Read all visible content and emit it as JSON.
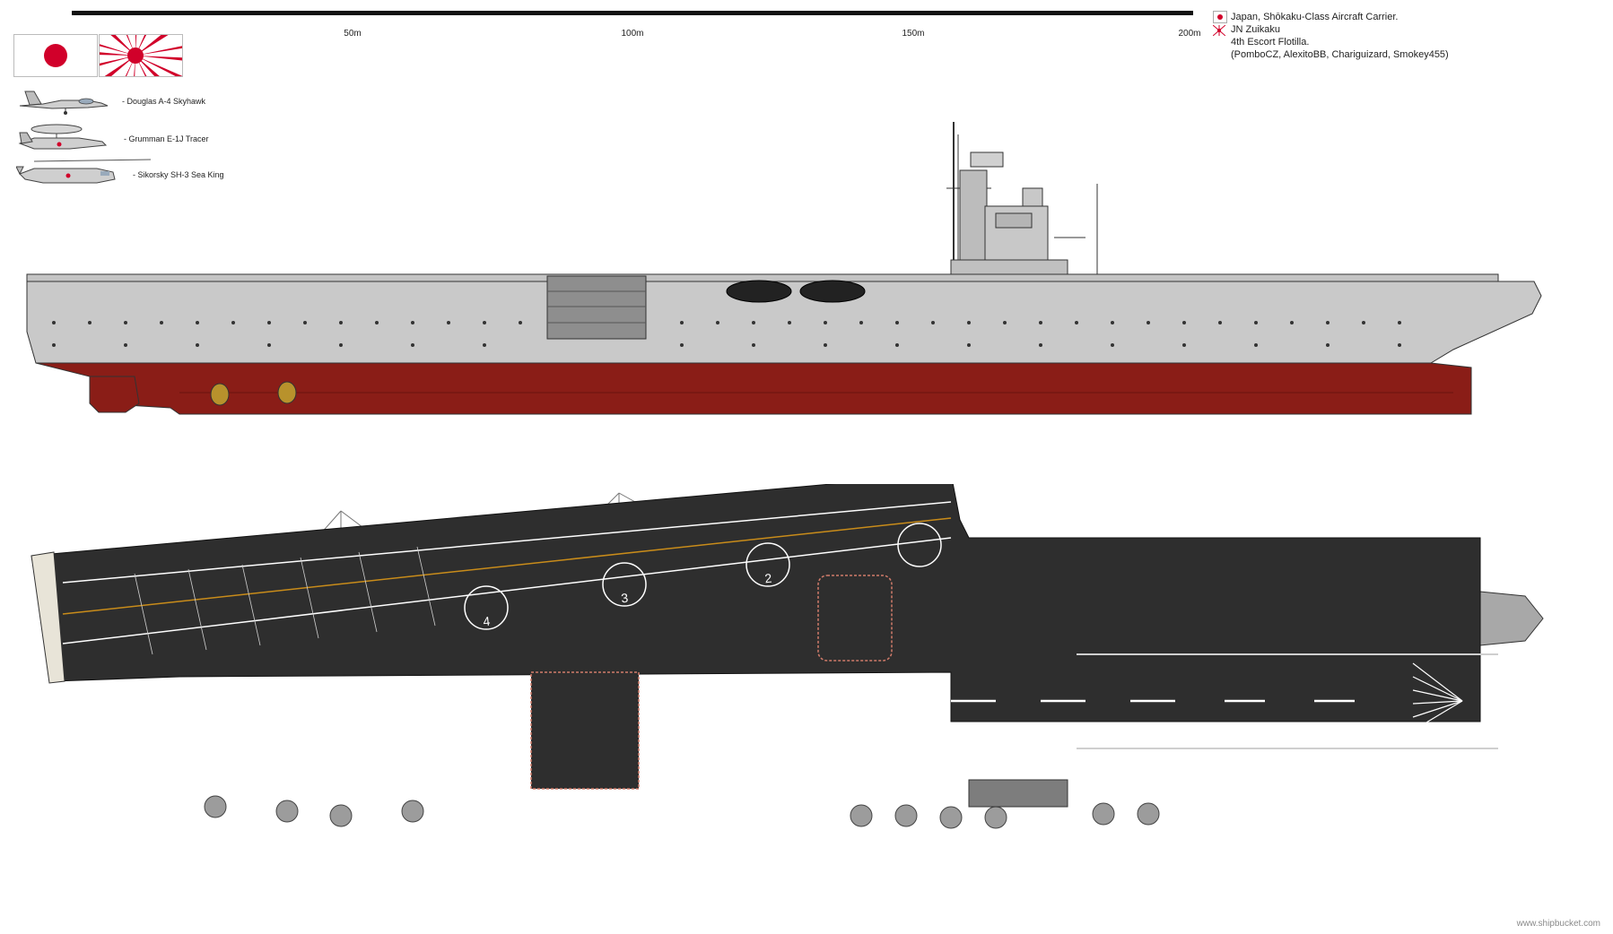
{
  "scale": {
    "labels": [
      "50m",
      "100m",
      "150m",
      "200m"
    ]
  },
  "info": {
    "line1": "Japan, Shōkaku-Class Aircraft Carrier.",
    "line2": "JN Zuikaku",
    "line3": "4th Escort Flotilla.",
    "line4": "(PomboCZ, AlexitoBB, Chariguizard, Smokey455)"
  },
  "flags": {
    "national": "Japan national flag",
    "naval": "Rising Sun ensign"
  },
  "aircraft": [
    {
      "label": "- Douglas A-4 Skyhawk"
    },
    {
      "label": "- Grumman E-1J Tracer"
    },
    {
      "label": "- Sikorsky SH-3 Sea King"
    }
  ],
  "deck_markings": [
    "4",
    "3",
    "2"
  ],
  "colors": {
    "hull_red": "#8a1d17",
    "hull_grey": "#c8c8c8",
    "deck_dark": "#2e2e2e",
    "flag_red": "#d1002a"
  },
  "watermark": "www.shipbucket.com"
}
